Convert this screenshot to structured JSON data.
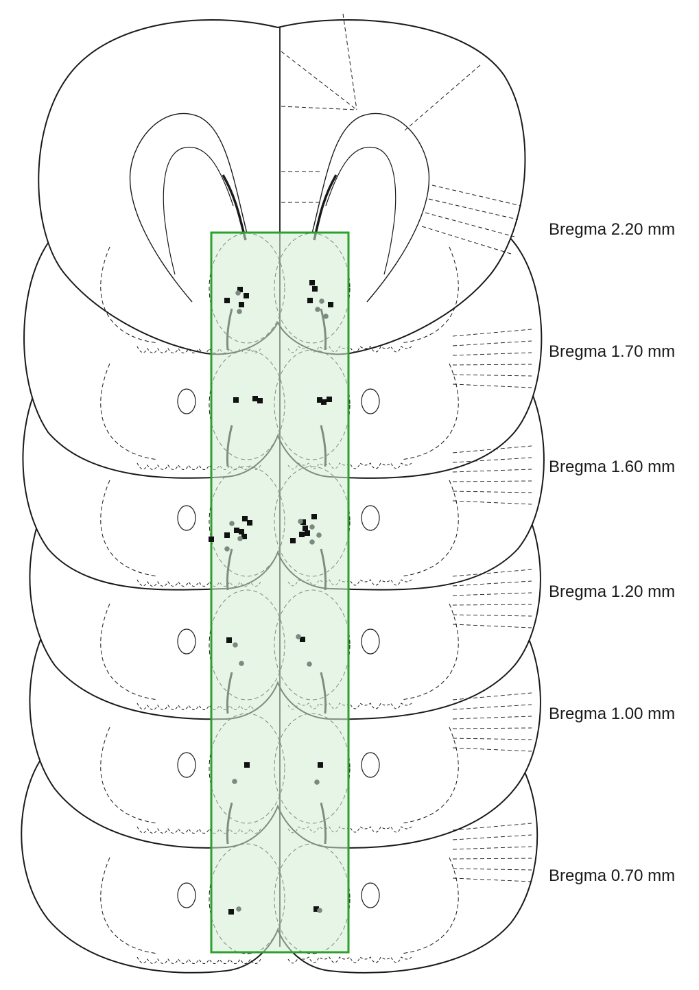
{
  "figure": {
    "sections": [
      {
        "label": "Bregma 2.20 mm"
      },
      {
        "label": "Bregma 1.70 mm"
      },
      {
        "label": "Bregma 1.60 mm"
      },
      {
        "label": "Bregma 1.20 mm"
      },
      {
        "label": "Bregma 1.00 mm"
      },
      {
        "label": "Bregma 0.70 mm"
      }
    ],
    "colors": {
      "outline": "#1a1a1a",
      "region_box_stroke": "#2ca02c",
      "region_box_fill": "#d4ecd4",
      "square_marker": "#111111",
      "circle_marker": "#7a8a7e"
    },
    "marker_types": [
      "square-marker",
      "circle-marker"
    ]
  }
}
